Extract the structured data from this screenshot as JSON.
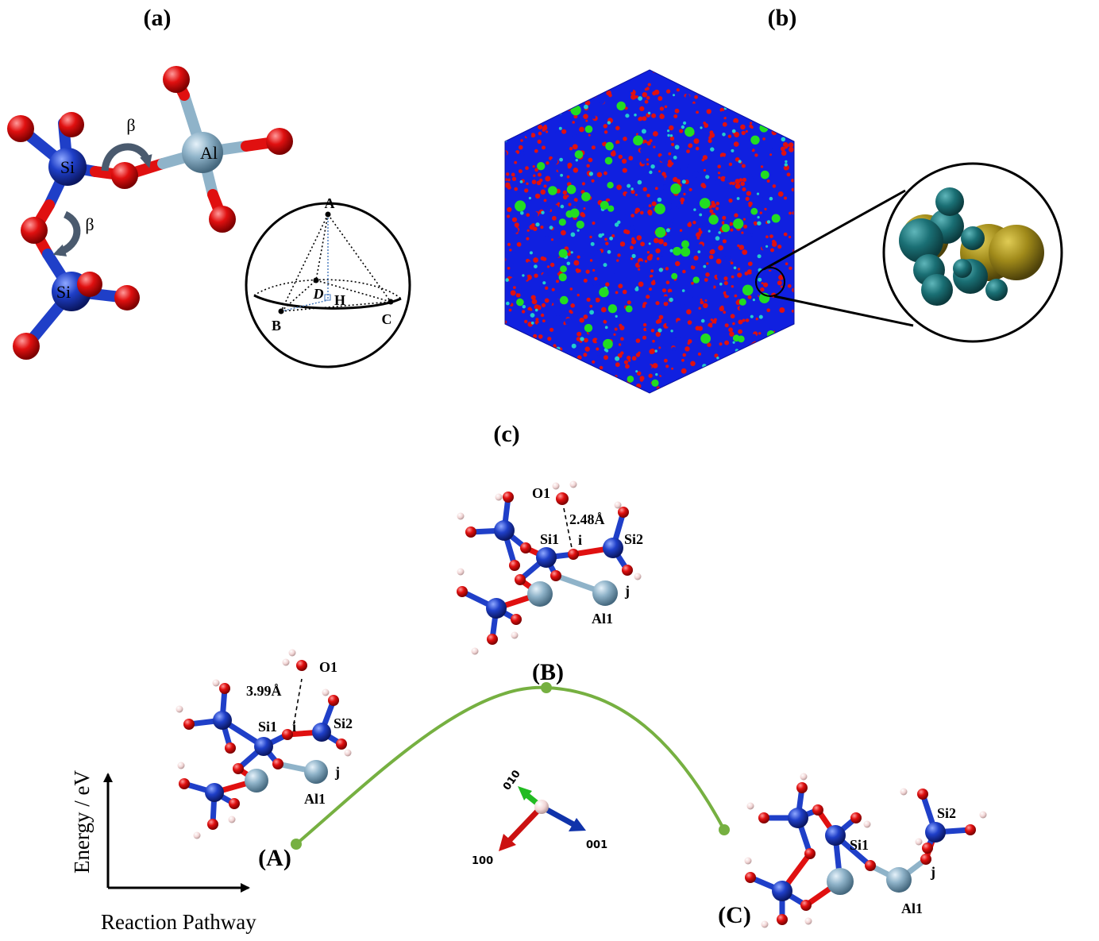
{
  "panels": {
    "a": "(a)",
    "b": "(b)",
    "c": "(c)"
  },
  "panel_a": {
    "atoms": {
      "si_top": "Si",
      "si_bottom": "Si",
      "al": "Al"
    },
    "angle_top": "β",
    "angle_left": "β",
    "sphere": {
      "A": "A",
      "B": "B",
      "C": "C",
      "D": "D",
      "H": "H"
    }
  },
  "structures": {
    "A": {
      "state": "(A)",
      "o1": "O1",
      "dist": "3.99Å",
      "si1": "Si1",
      "si2": "Si2",
      "i": "i",
      "j": "j",
      "al1": "Al1"
    },
    "B": {
      "state": "(B)",
      "o1": "O1",
      "dist": "2.48Å",
      "si1": "Si1",
      "si2": "Si2",
      "i": "i",
      "j": "j",
      "al1": "Al1"
    },
    "C": {
      "state": "(C)",
      "si1": "Si1",
      "si2": "Si2",
      "j": "j",
      "al1": "Al1"
    }
  },
  "axes": {
    "ylabel": "Energy / eV",
    "xlabel": "Reaction Pathway",
    "triad": {
      "a010": "010",
      "a100": "100",
      "a001": "001"
    }
  },
  "colors": {
    "oxygen": "#e01010",
    "silicon": "#1f3fc8",
    "aluminium": "#8fb3c9",
    "hydrogen": "#f2d6d6",
    "pathway": "#76b041",
    "cluster_blue": "#1020e0",
    "cluster_green": "#22dd22",
    "cluster_cyan": "#22cccc",
    "zoom_teal": "#1a6f74",
    "zoom_gold": "#a08a1a"
  },
  "icons": {
    "rotation_arrow": "curved-arrow-icon",
    "magnifier": "zoom-circle-icon"
  }
}
